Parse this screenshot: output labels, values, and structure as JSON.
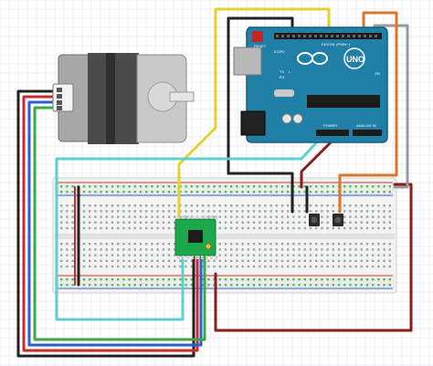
{
  "arduino": {
    "logo": "UNO",
    "label_reset": "RESET",
    "label_icsp": "ICSP2",
    "label_digital": "DIGITAL (PWM~)",
    "label_analog": "ANALOG IN",
    "label_power": "POWER",
    "label_tx": "TX",
    "label_rx": "RX",
    "label_on": "ON",
    "label_l": "L"
  },
  "colors": {
    "board": "#1f7fa6",
    "board_dark": "#165f7d",
    "driver": "#1aa84a",
    "breadboard": "#f3f3f3",
    "rail_red": "#d83a3a",
    "rail_blue": "#3a5fd8",
    "hole": "#9aa6a0",
    "hole_green": "#4fbf4f",
    "motor_body": "#9a9a9a",
    "motor_dark": "#4b4b4b",
    "wire_yellow": "#e3d22b",
    "wire_black": "#222222",
    "wire_darkred": "#8b1d1d",
    "wire_gray": "#9a9a9a",
    "wire_orange": "#d9772a",
    "wire_cyan": "#5fd0d0",
    "wire_green": "#3fa64a",
    "wire_blue": "#2e5fd0",
    "wire_red": "#c92a2a"
  }
}
